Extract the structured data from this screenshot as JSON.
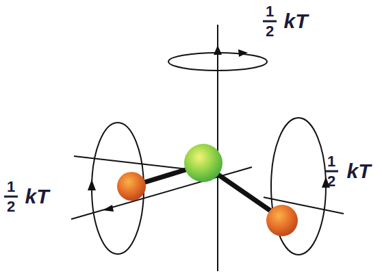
{
  "diagram": {
    "labels": [
      "1",
      "2",
      "kT",
      "1",
      "2",
      "kT",
      "1",
      "2",
      "kT"
    ]
  }
}
